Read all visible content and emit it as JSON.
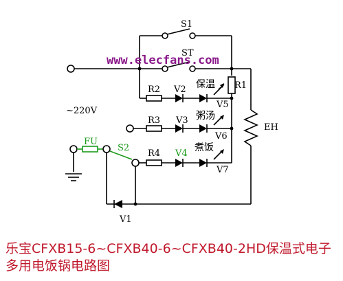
{
  "labels": {
    "s1": "S1",
    "st": "ST",
    "r1": "R1",
    "r2": "R2",
    "r3": "R3",
    "r4": "R4",
    "v1": "V1",
    "v2": "V2",
    "v3": "V3",
    "v4": "V4",
    "v5": "V5",
    "v6": "V6",
    "v7": "V7",
    "eh": "EH",
    "fu": "FU",
    "s2": "S2",
    "voltage": "~220V",
    "keep_warm": "保温",
    "porridge_soup": "粥汤",
    "cook_rice": "煮饭"
  },
  "watermark": "www.elecfans.com",
  "caption": "乐宝CFXB15-6~CFXB40-6~CFXB40-2HD保温式电子多用电饭锅电路图",
  "colors": {
    "wire": "#000000",
    "highlight_green": "#1a9a1a",
    "watermark": "#8b1a8b",
    "caption": "#c0192c"
  }
}
